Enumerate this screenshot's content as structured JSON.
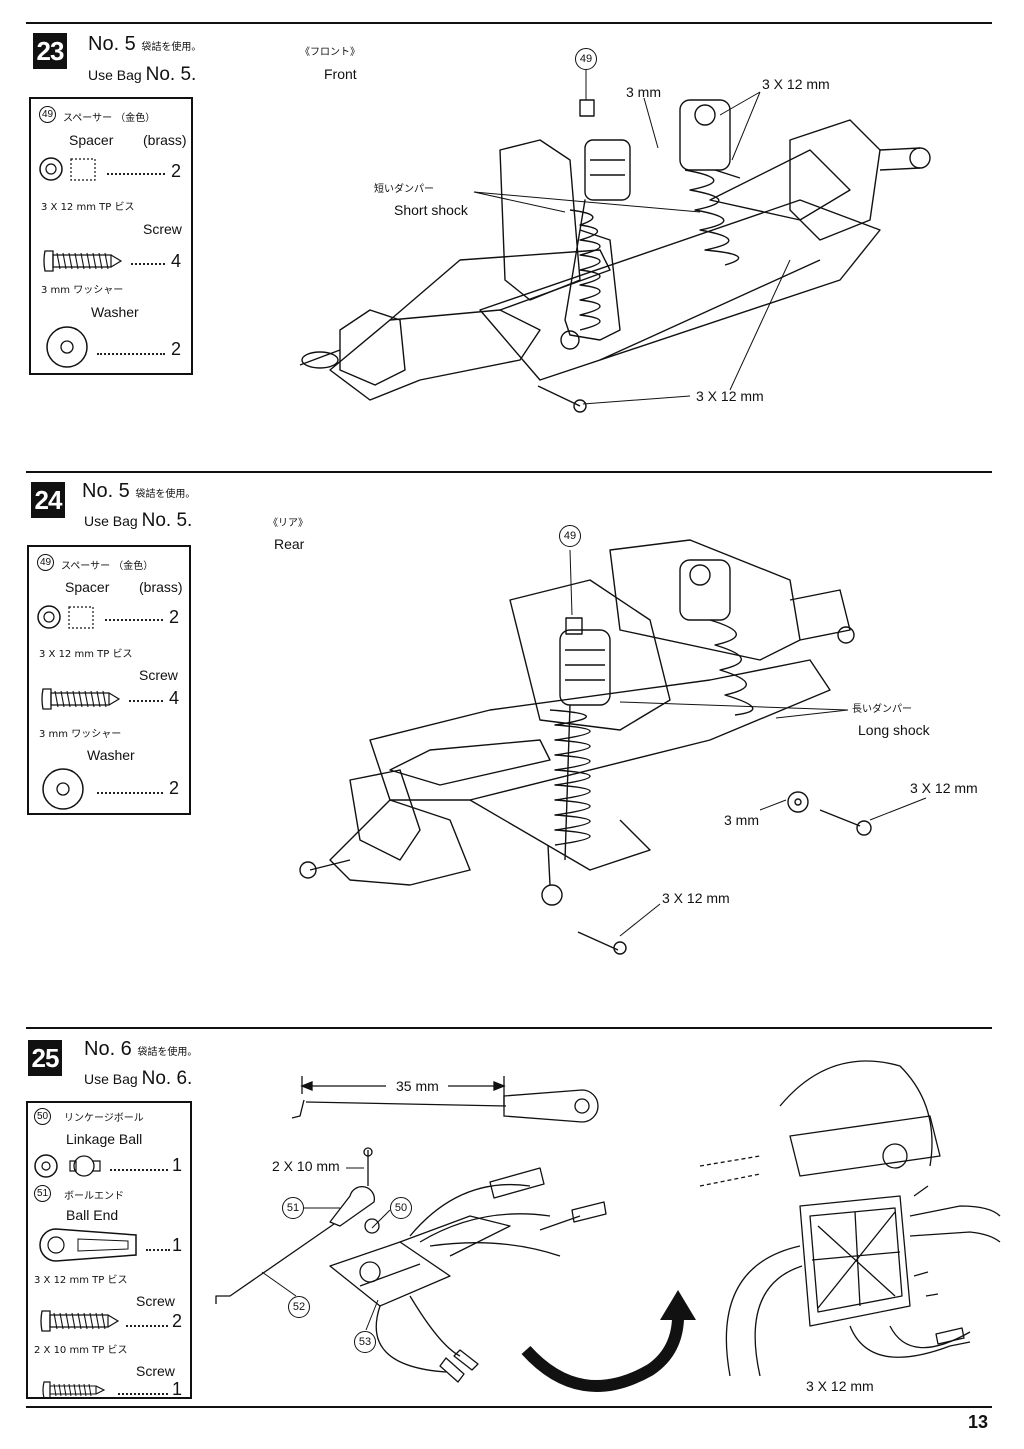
{
  "page_number": "13",
  "steps": [
    {
      "number": "23",
      "bag_number_jp": "No. 5",
      "bag_suffix_jp": "袋詰を使用。",
      "bag_prefix_en": "Use Bag",
      "bag_number_en": "No. 5.",
      "view_jp": "《フロント》",
      "view_en": "Front",
      "parts": [
        {
          "callout": "49",
          "name_jp": "スペーサー （金色）",
          "name_en": "Spacer",
          "note_en": "(brass)",
          "qty": "2",
          "icon": "spacer-icon"
        },
        {
          "name_jp": "3 X 12 mm  TP ビス",
          "name_en": "Screw",
          "qty": "4",
          "icon": "screw-icon"
        },
        {
          "name_jp": "3 mm ワッシャー",
          "name_en": "Washer",
          "qty": "2",
          "icon": "washer-icon"
        }
      ],
      "labels": {
        "callout": "49",
        "spacer_size": "3 mm",
        "screw_top": "3 X 12 mm",
        "shock_jp": "短いダンパー",
        "shock_en": "Short shock",
        "screw_bottom": "3 X 12 mm"
      }
    },
    {
      "number": "24",
      "bag_number_jp": "No. 5",
      "bag_suffix_jp": "袋詰を使用。",
      "bag_prefix_en": "Use Bag",
      "bag_number_en": "No. 5.",
      "view_jp": "《リア》",
      "view_en": "Rear",
      "parts": [
        {
          "callout": "49",
          "name_jp": "スペーサー （金色）",
          "name_en": "Spacer",
          "note_en": "(brass)",
          "qty": "2",
          "icon": "spacer-icon"
        },
        {
          "name_jp": "3 X 12 mm  TP ビス",
          "name_en": "Screw",
          "qty": "4",
          "icon": "screw-icon"
        },
        {
          "name_jp": "3 mm ワッシャー",
          "name_en": "Washer",
          "qty": "2",
          "icon": "washer-icon"
        }
      ],
      "labels": {
        "callout": "49",
        "shock_jp": "長いダンパー",
        "shock_en": "Long shock",
        "screw_right": "3 X 12 mm",
        "washer": "3 mm",
        "screw_bottom": "3 X 12 mm"
      }
    },
    {
      "number": "25",
      "bag_number_jp": "No. 6",
      "bag_suffix_jp": "袋詰を使用。",
      "bag_prefix_en": "Use Bag",
      "bag_number_en": "No. 6.",
      "parts": [
        {
          "callout": "50",
          "name_jp": "リンケージボール",
          "name_en": "Linkage Ball",
          "qty": "1",
          "icon": "linkage-ball-icon"
        },
        {
          "callout": "51",
          "name_jp": "ボールエンド",
          "name_en": "Ball End",
          "qty": "1",
          "icon": "ball-end-icon"
        },
        {
          "name_jp": "3 X 12 mm  TP ビス",
          "name_en": "Screw",
          "qty": "2",
          "icon": "screw-icon"
        },
        {
          "name_jp": "2 X 10 mm  TP ビス",
          "name_en": "Screw",
          "qty": "1",
          "icon": "small-screw-icon"
        }
      ],
      "labels": {
        "rod_length": "35 mm",
        "screw_2x10": "2 X 10 mm",
        "callout_51": "51",
        "callout_50": "50",
        "callout_52": "52",
        "callout_53": "53",
        "screw_detail": "3 X 12 mm"
      }
    }
  ]
}
